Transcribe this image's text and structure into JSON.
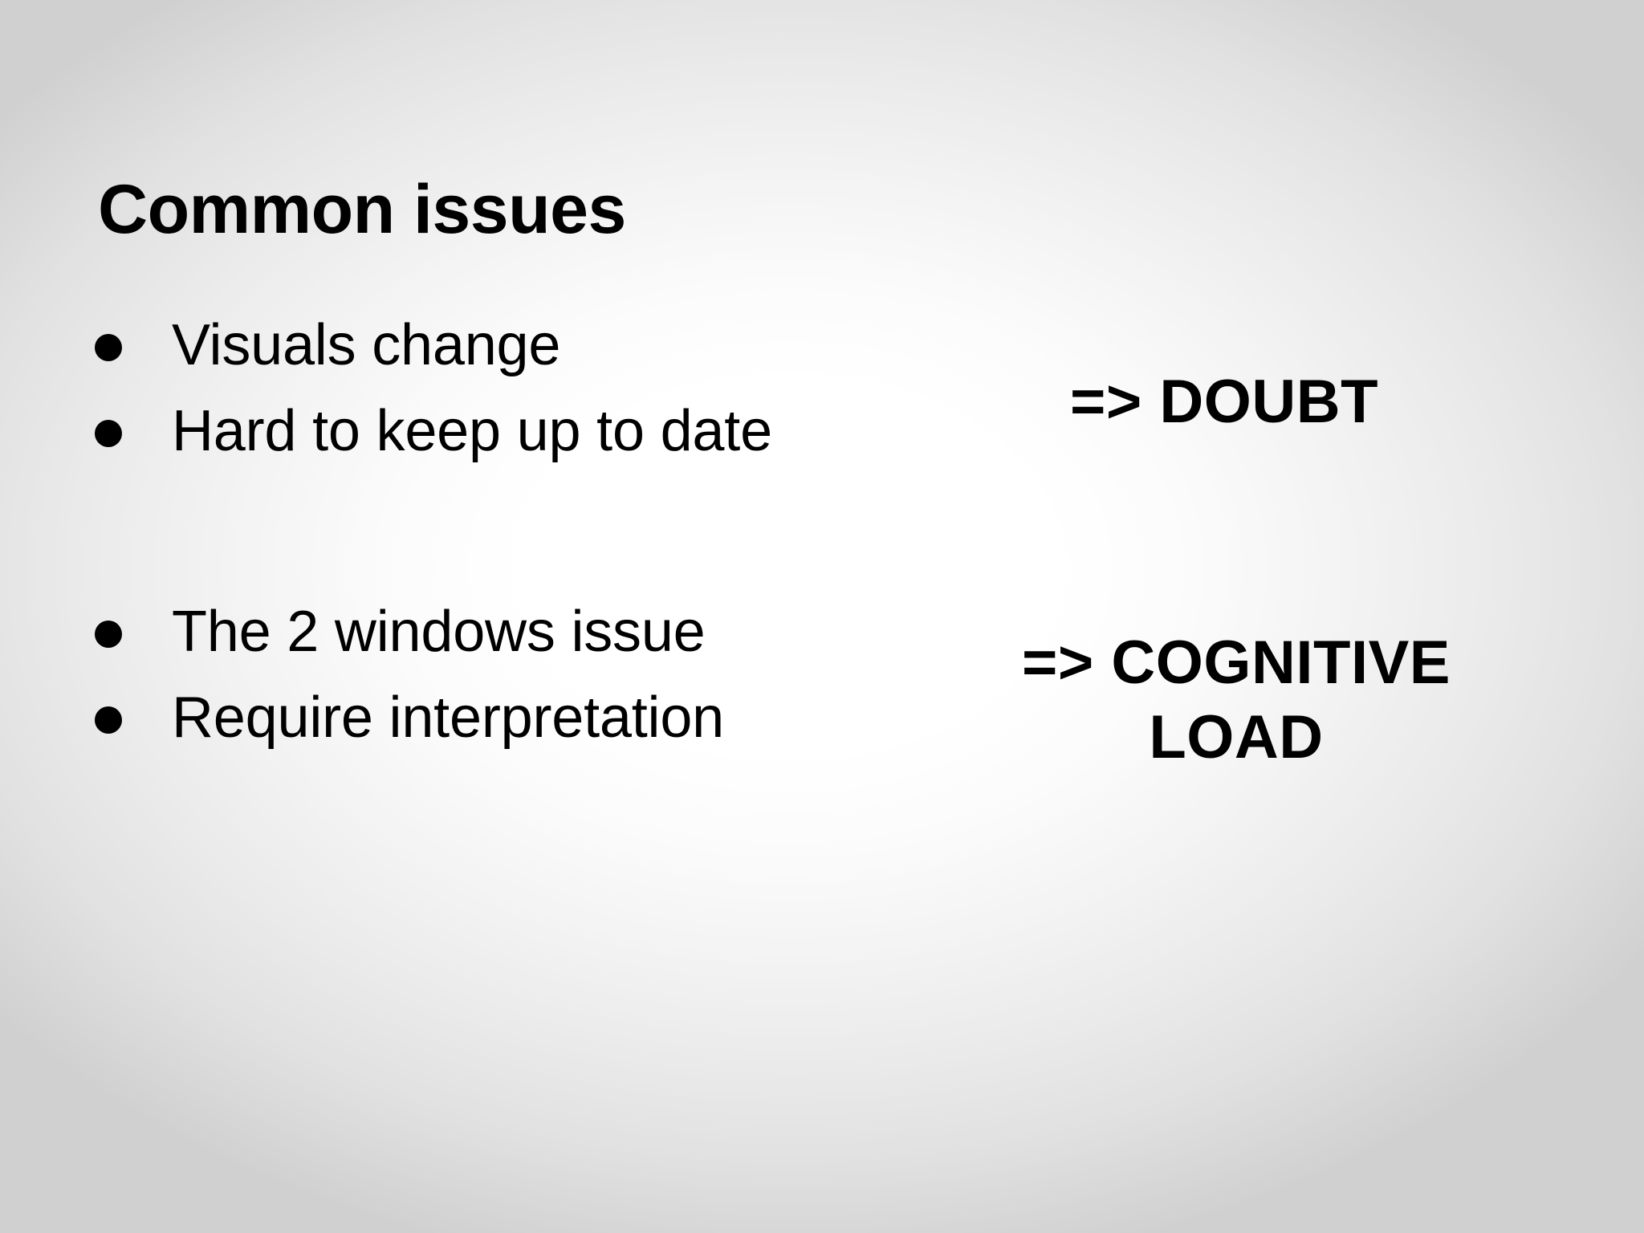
{
  "slide": {
    "title": "Common issues",
    "background": {
      "center_color": "#ffffff",
      "edge_color": "#d0d0d0"
    },
    "text_color": "#000000"
  },
  "bullet_groups": [
    {
      "id": "group-1",
      "items": [
        {
          "marker": "round-bullet",
          "label": "Visuals change"
        },
        {
          "marker": "round-bullet",
          "label": "Hard to keep up to date"
        }
      ],
      "consequence": {
        "arrow": "=>",
        "label": "DOUBT",
        "full_text": "=> DOUBT"
      }
    },
    {
      "id": "group-2",
      "items": [
        {
          "marker": "round-bullet",
          "label": "The 2 windows issue"
        },
        {
          "marker": "round-bullet",
          "label": "Require interpretation"
        }
      ],
      "consequence": {
        "arrow": "=>",
        "label_line_1": "COGNITIVE",
        "label_line_2": "LOAD",
        "full_text": "=> COGNITIVE LOAD"
      }
    }
  ]
}
